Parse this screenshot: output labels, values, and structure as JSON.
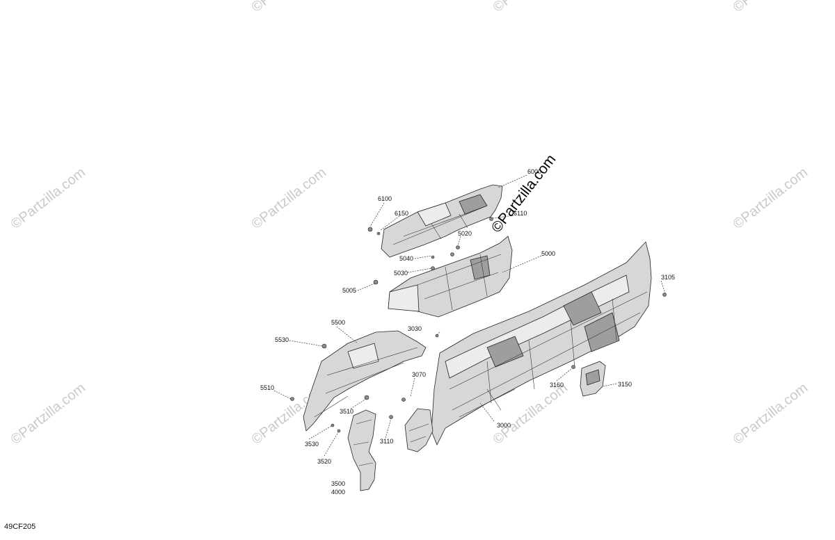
{
  "watermark": {
    "text": "©Partzilla.com"
  },
  "diagram_code": "49CF205",
  "callouts": {
    "c6000": "6000",
    "c6100": "6100",
    "c6150": "6150",
    "c6110": "6110",
    "c5020": "5020",
    "c5040": "5040",
    "c5030": "5030",
    "c5005": "5005",
    "c5000": "5000",
    "c3105": "3105",
    "c3030": "3030",
    "c5500": "5500",
    "c5530": "5530",
    "c5510": "5510",
    "c3070": "3070",
    "c3510": "3510",
    "c3110": "3110",
    "c3530": "3530",
    "c3520": "3520",
    "c3500": "3500",
    "c4000": "4000",
    "c3000": "3000",
    "c3160": "3160",
    "c3150": "3150"
  }
}
